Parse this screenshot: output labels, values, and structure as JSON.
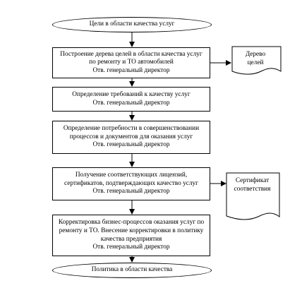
{
  "start": {
    "label": "Цели в области качества услуг"
  },
  "steps": [
    {
      "lines": [
        "Построение дерева целей в области качества услуг",
        "по ремонту и ТО автомобилей",
        "Отв. генеральный директор"
      ]
    },
    {
      "lines": [
        "Определение требований к качеству услуг",
        "Отв. генеральный директор"
      ]
    },
    {
      "lines": [
        "Определение потребности в совершенствовании",
        "процессов и документов для оказания услуг",
        "Отв. генеральный директор"
      ]
    },
    {
      "lines": [
        "Получение соответствующих лицензий,",
        "сертификатов, подтверждающих качество услуг",
        "Отв. генеральный директор"
      ]
    },
    {
      "lines": [
        "Корректировка бизнес-процессов оказания услуг по",
        "ремонту и ТО. Внесение корректировки в политику",
        "качества предприятия",
        "Отв. генеральный директор"
      ]
    }
  ],
  "documents": [
    {
      "lines": [
        "Дерево",
        "целей"
      ]
    },
    {
      "lines": [
        "Сертификат",
        "соответствия"
      ]
    }
  ],
  "finish": {
    "label": "Политика в области качества"
  }
}
